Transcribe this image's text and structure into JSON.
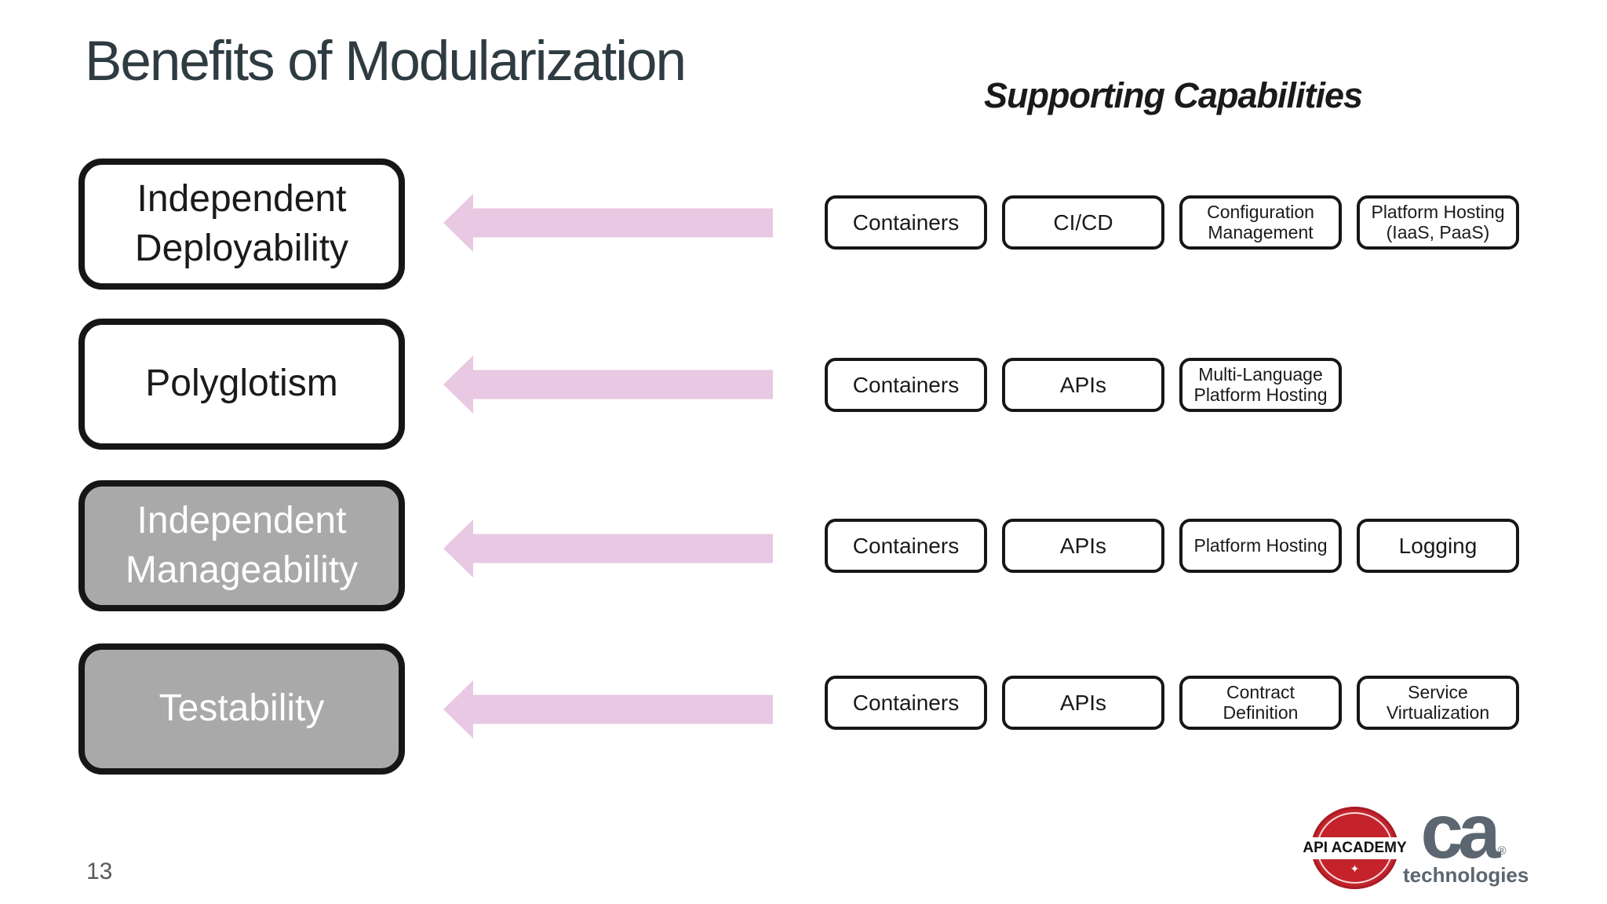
{
  "slide": {
    "title": "Benefits of Modularization",
    "capabilities_heading": "Supporting Capabilities",
    "page_number": "13"
  },
  "benefits": [
    {
      "label": "Independent\nDeployability",
      "variant": "white"
    },
    {
      "label": "Polyglotism",
      "variant": "white"
    },
    {
      "label": "Independent\nManageability",
      "variant": "gray"
    },
    {
      "label": "Testability",
      "variant": "gray"
    }
  ],
  "capability_rows": [
    {
      "boxes": [
        "Containers",
        "CI/CD",
        "Configuration\nManagement",
        "Platform Hosting\n(IaaS, PaaS)"
      ]
    },
    {
      "boxes": [
        "Containers",
        "APIs",
        "Multi-Language\nPlatform Hosting"
      ]
    },
    {
      "boxes": [
        "Containers",
        "APIs",
        "Platform Hosting",
        "Logging"
      ]
    },
    {
      "boxes": [
        "Containers",
        "APIs",
        "Contract\nDefinition",
        "Service\nVirtualization"
      ]
    }
  ],
  "logos": {
    "api_academy_text": "API ACADEMY",
    "star": "✦",
    "ca_mark": "ca",
    "registered": "®",
    "ca_sub": "technologies"
  },
  "colors": {
    "title": "#2e3c42",
    "arrow_pink": "#e8c8e2",
    "gray_box_fill": "#a9a9a9",
    "box_border": "#161616",
    "stamp_red": "#c4232b",
    "ca_gray": "#5b6670",
    "page_number_gray": "#595959"
  }
}
